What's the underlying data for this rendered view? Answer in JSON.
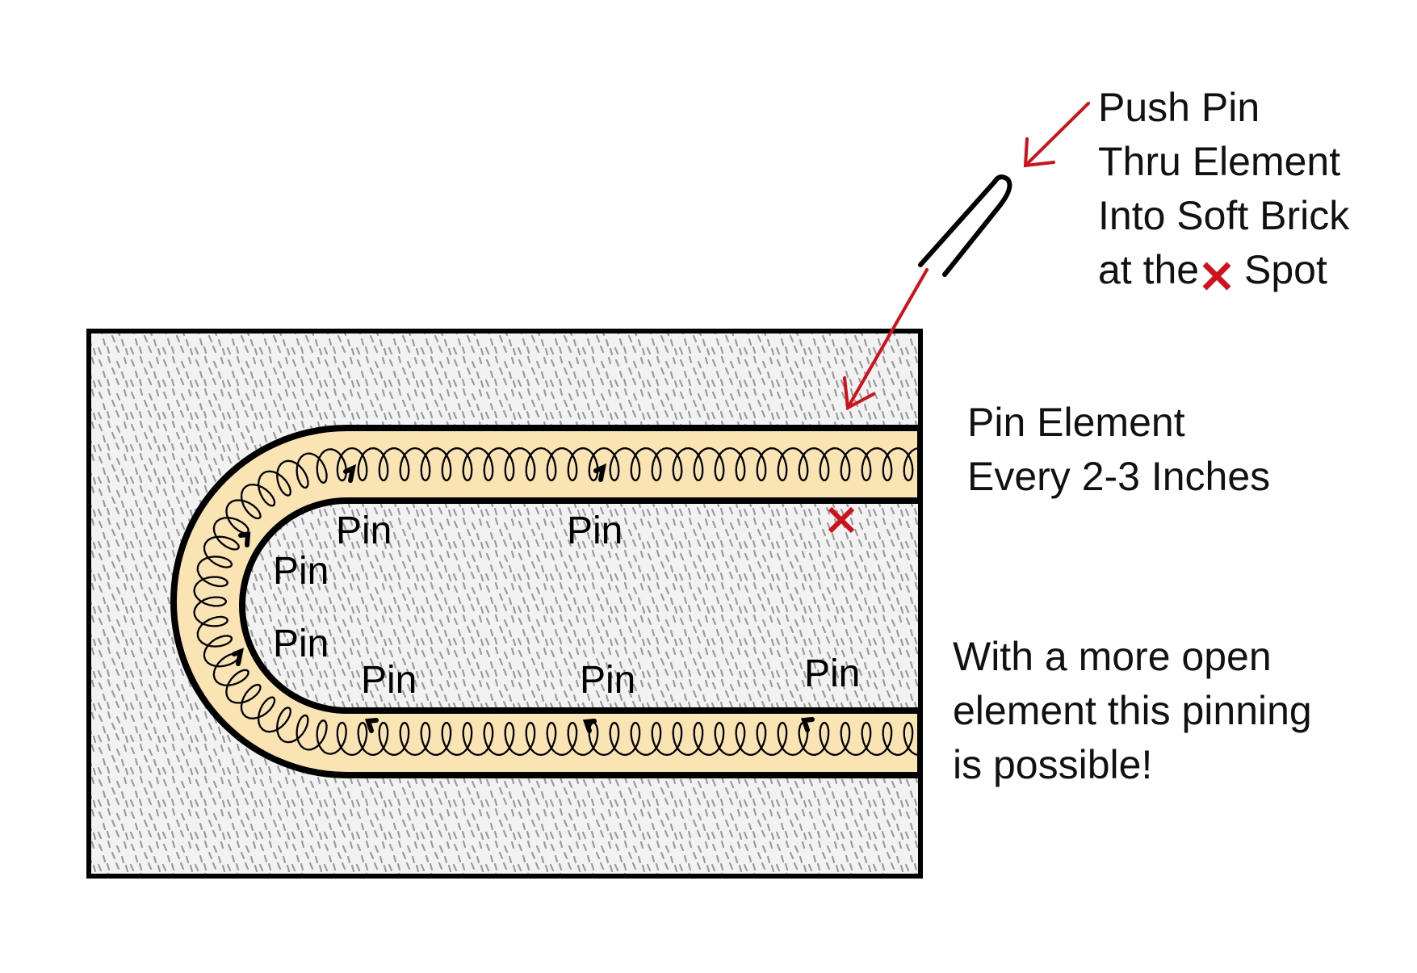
{
  "diagram": {
    "instruction_lines": [
      "Push Pin",
      "Thru Element",
      "Into Soft Brick",
      "at the"
    ],
    "instruction_spot_word": "Spot",
    "pin_spacing_lines": [
      "Pin Element",
      "Every 2-3 Inches"
    ],
    "open_element_lines": [
      "With a more open",
      "element this pinning",
      "is possible!"
    ],
    "pin_label": "Pin",
    "colors": {
      "brick": "#f2f2f2",
      "brick_speckle": "#9a9a9a",
      "element_fill": "#fbe4b4",
      "outline": "#000000",
      "arrow": "#d0101a",
      "spot_marker": "#d0101a"
    },
    "icons": [
      "push-pin-icon",
      "x-spot-icon",
      "pin-hook-icon"
    ]
  }
}
